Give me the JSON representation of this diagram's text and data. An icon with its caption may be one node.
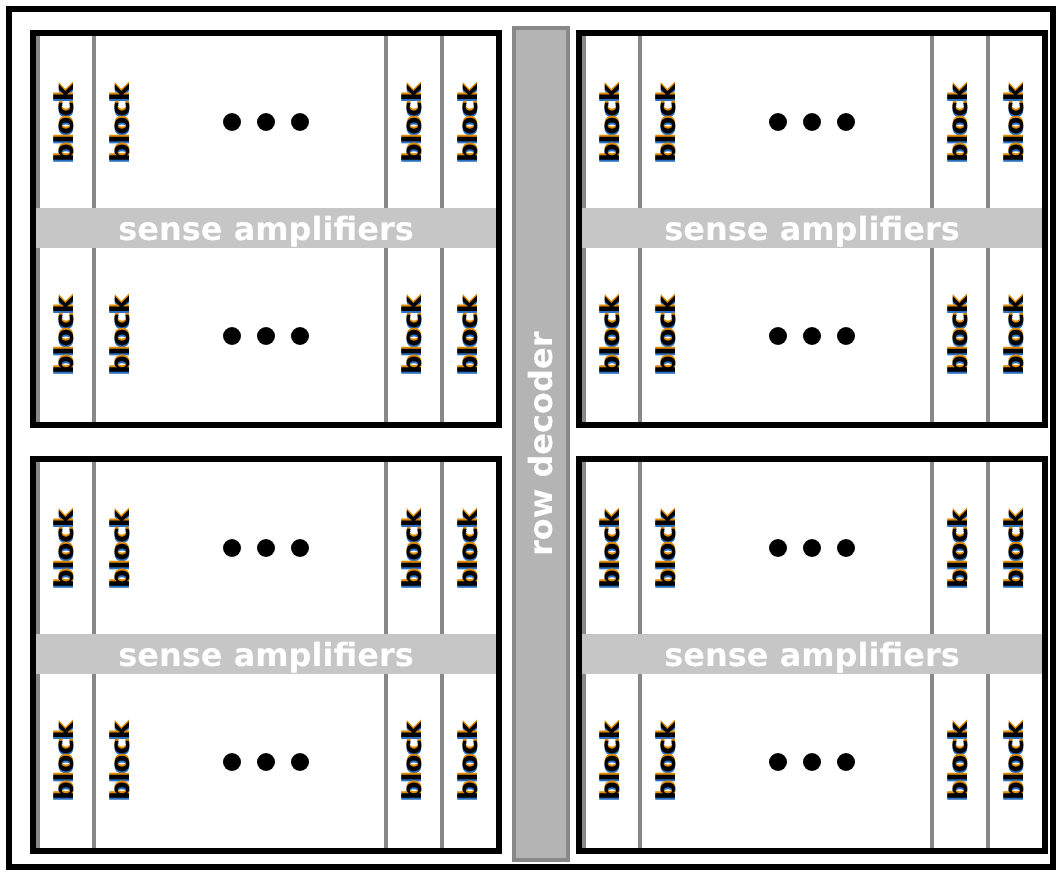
{
  "diagram": {
    "nodes": [
      {
        "text": [],
        "shape": "box"
      },
      {
        "text": [
          "row decoder"
        ],
        "in": 0
      },
      {
        "text": [],
        "shape": "box",
        "in": 0
      },
      {
        "text": [
          "block"
        ],
        "in": 2
      },
      {
        "text": [
          "block"
        ],
        "in": 2
      },
      {
        "text": [
          "block"
        ],
        "in": 2
      },
      {
        "text": [
          "block"
        ],
        "in": 2
      },
      {
        "text": [
          "sense amplifiers"
        ],
        "in": 2
      },
      {
        "text": [
          "block"
        ],
        "in": 2
      },
      {
        "text": [
          "block"
        ],
        "in": 2
      },
      {
        "text": [
          "block"
        ],
        "in": 2
      },
      {
        "text": [
          "block"
        ],
        "in": 2
      },
      {
        "text": [],
        "shape": "box",
        "in": 0
      },
      {
        "text": [
          "block"
        ],
        "in": 12
      },
      {
        "text": [
          "block"
        ],
        "in": 12
      },
      {
        "text": [
          "block"
        ],
        "in": 12
      },
      {
        "text": [
          "block"
        ],
        "in": 12
      },
      {
        "text": [
          "sense amplifiers"
        ],
        "in": 12
      },
      {
        "text": [
          "block"
        ],
        "in": 12
      },
      {
        "text": [
          "block"
        ],
        "in": 12
      },
      {
        "text": [
          "block"
        ],
        "in": 12
      },
      {
        "text": [
          "block"
        ],
        "in": 12
      },
      {
        "text": [],
        "shape": "box",
        "in": 0
      },
      {
        "text": [
          "block"
        ],
        "in": 22
      },
      {
        "text": [
          "block"
        ],
        "in": 22
      },
      {
        "text": [
          "block"
        ],
        "in": 22
      },
      {
        "text": [
          "block"
        ],
        "in": 22
      },
      {
        "text": [
          "sense amplifiers"
        ],
        "in": 22
      },
      {
        "text": [
          "block"
        ],
        "in": 22
      },
      {
        "text": [
          "block"
        ],
        "in": 22
      },
      {
        "text": [
          "block"
        ],
        "in": 22
      },
      {
        "text": [
          "block"
        ],
        "in": 22
      },
      {
        "text": [],
        "shape": "box",
        "in": 0
      },
      {
        "text": [
          "block"
        ],
        "in": 32
      },
      {
        "text": [
          "block"
        ],
        "in": 32
      },
      {
        "text": [
          "block"
        ],
        "in": 32
      },
      {
        "text": [
          "block"
        ],
        "in": 32
      },
      {
        "text": [
          "sense amplifiers"
        ],
        "in": 32
      },
      {
        "text": [
          "block"
        ],
        "in": 32
      },
      {
        "text": [
          "block"
        ],
        "in": 32
      },
      {
        "text": [
          "block"
        ],
        "in": 32
      },
      {
        "text": [
          "block"
        ],
        "in": 32
      }
    ]
  }
}
